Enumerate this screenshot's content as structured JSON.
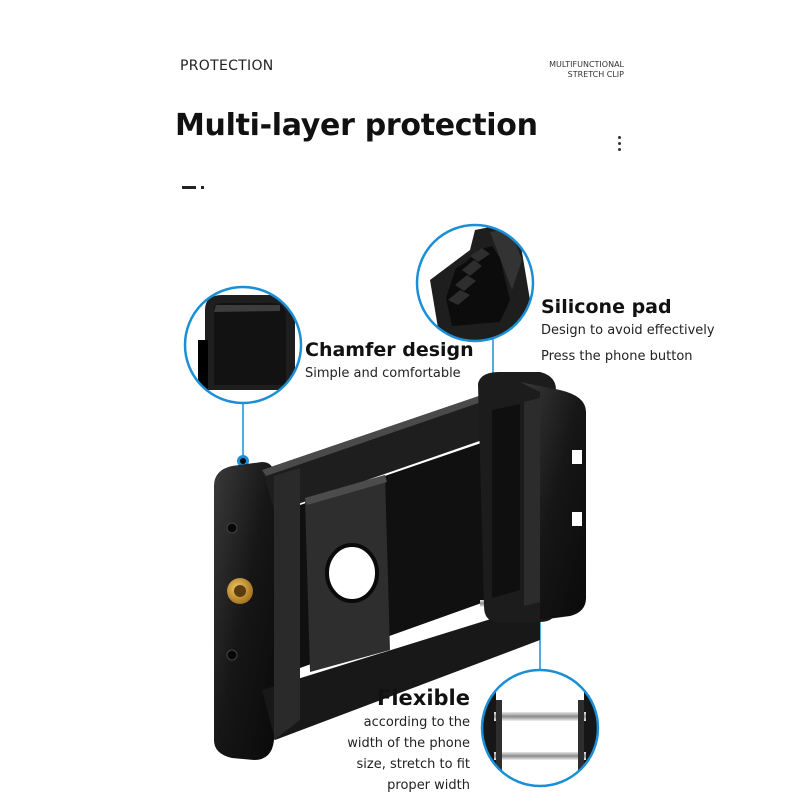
{
  "header": {
    "section_label": "PROTECTION",
    "right_line1": "MULTIFUNCTIONAL",
    "right_line2": "STRETCH CLIP"
  },
  "title": "Multi-layer protection",
  "features": {
    "chamfer": {
      "heading": "Chamfer design",
      "sub": "Simple and comfortable"
    },
    "silicone": {
      "heading": "Silicone pad",
      "line1": "Design to avoid effectively",
      "line2": "Press the phone button"
    },
    "flexible": {
      "heading": "Flexible",
      "lines": [
        "according to the",
        "width of the phone",
        "size, stretch to fit",
        "proper width"
      ]
    }
  },
  "icons": [
    "more-vertical-icon"
  ],
  "colors": {
    "accent": "#1a8fd6",
    "product": "#1a1a1a",
    "brass": "#c9962e"
  }
}
